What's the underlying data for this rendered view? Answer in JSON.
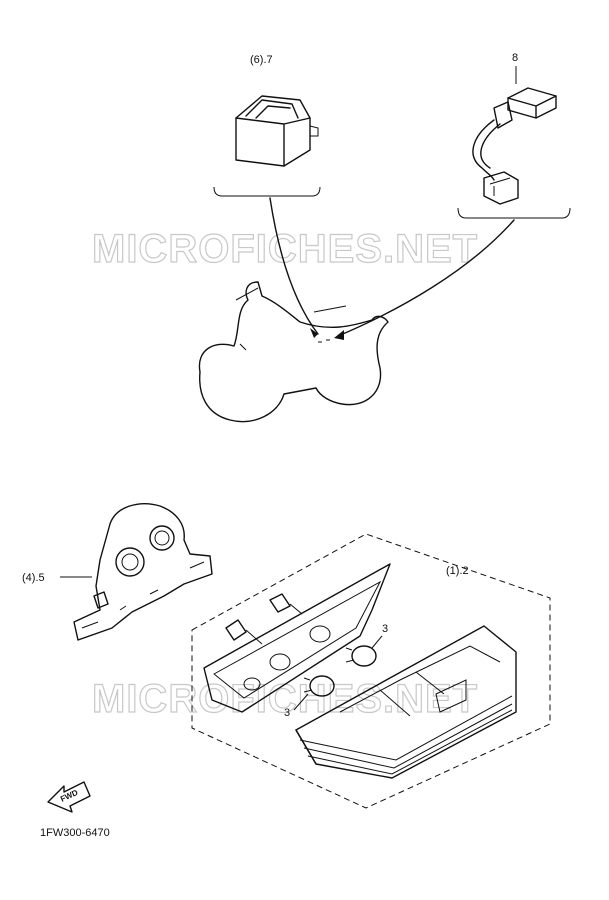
{
  "labels": {
    "part_7": "(6).7",
    "part_8": "8",
    "part_5": "(4).5",
    "part_2": "(1).2",
    "part_3a": "3",
    "part_3b": "3",
    "fwd": "FWD",
    "code": "1FW300-6470"
  },
  "watermark": {
    "top": "MICROFICHES.NET",
    "bottom": "MICROFICHES.NET"
  },
  "colors": {
    "ink": "#111111",
    "watermark": "#c8c8c8",
    "background": "#ffffff"
  }
}
